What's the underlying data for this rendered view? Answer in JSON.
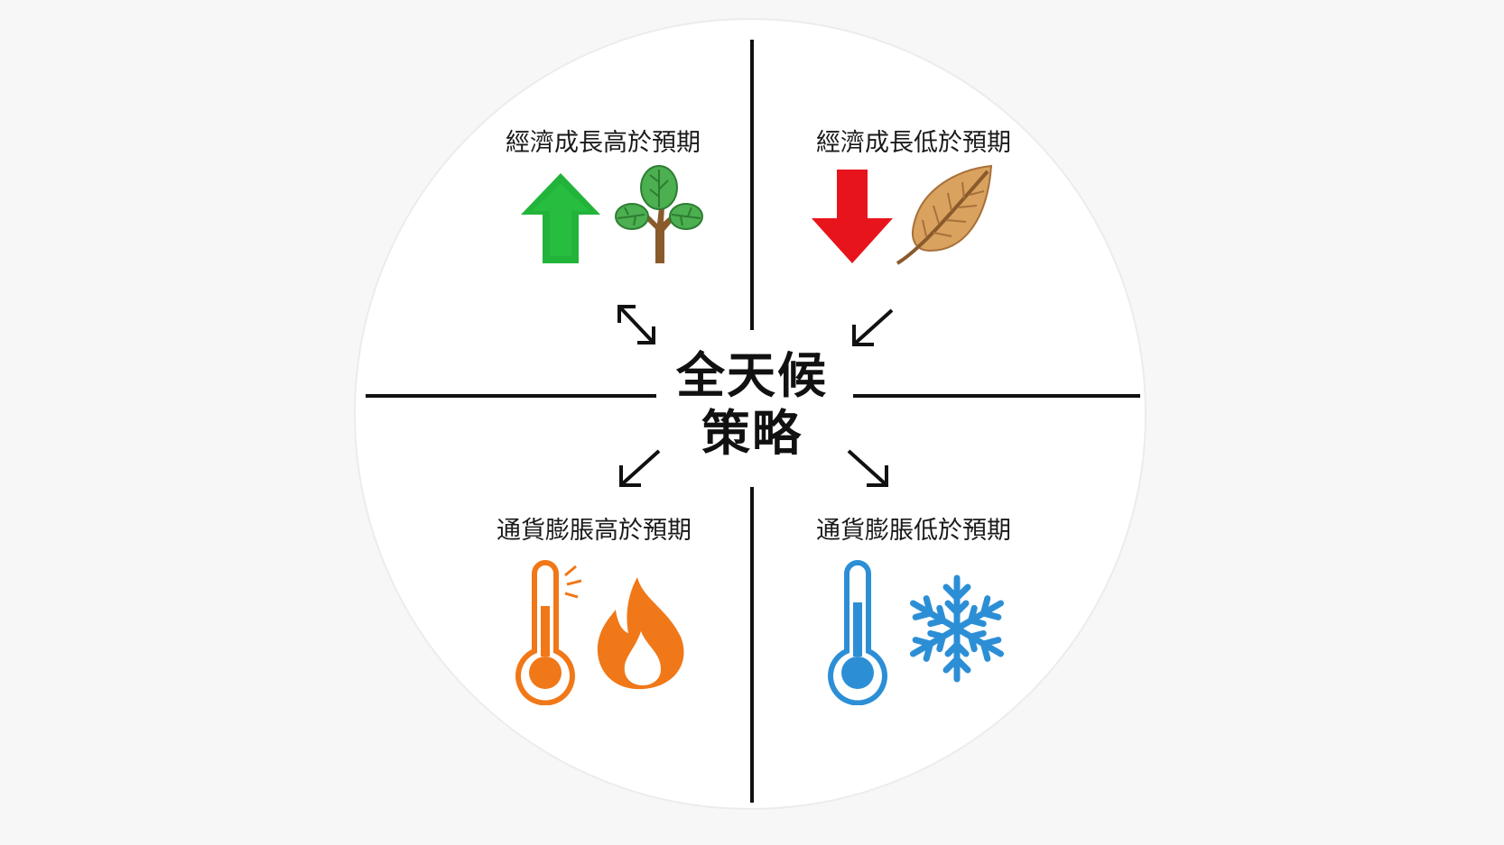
{
  "center": {
    "line1": "全天候",
    "line2": "策略"
  },
  "quadrants": {
    "top_left": {
      "label": "經濟成長高於預期",
      "icons": [
        "arrow-up-icon",
        "tree-icon"
      ]
    },
    "top_right": {
      "label": "經濟成長低於預期",
      "icons": [
        "arrow-down-icon",
        "leaf-icon"
      ]
    },
    "bottom_left": {
      "label": "通貨膨脹高於預期",
      "icons": [
        "thermometer-hot-icon",
        "fire-icon"
      ]
    },
    "bottom_right": {
      "label": "通貨膨脹低於預期",
      "icons": [
        "thermometer-cold-icon",
        "snowflake-icon"
      ]
    }
  },
  "colors": {
    "green": "#22b43a",
    "red": "#e8141c",
    "leaf": "#d9a25f",
    "orange": "#f07818",
    "blue": "#2c8fd6",
    "line": "#111111"
  }
}
